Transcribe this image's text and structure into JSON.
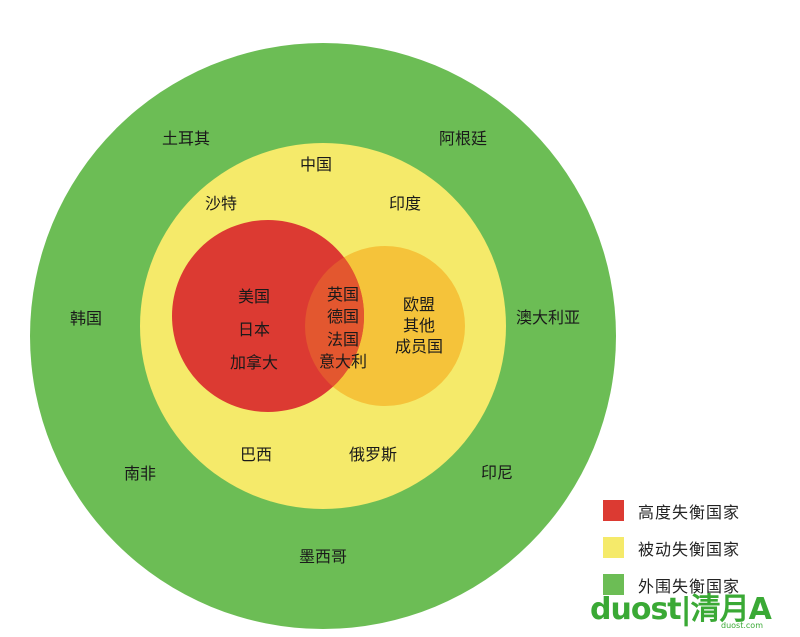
{
  "colors": {
    "outer": "#6cbd55",
    "middle": "#f5ea6a",
    "inner_red": "#dc3a32",
    "inner_orange": "#f5c33a",
    "overlap": "#e3572f"
  },
  "rings": {
    "outer_countries": [
      "土耳其",
      "阿根廷",
      "韩国",
      "澳大利亚",
      "南非",
      "印尼",
      "墨西哥"
    ],
    "middle_countries": [
      "中国",
      "沙特",
      "印度",
      "巴西",
      "俄罗斯"
    ],
    "high_only": [
      "美国",
      "日本",
      "加拿大"
    ],
    "overlap": [
      "英国",
      "德国",
      "法国",
      "意大利"
    ],
    "eu_other": [
      "欧盟",
      "其他",
      "成员国"
    ]
  },
  "legend": [
    {
      "label": "高度失衡国家",
      "color": "#dc3a32"
    },
    {
      "label": "被动失衡国家",
      "color": "#f5ea6a"
    },
    {
      "label": "外围失衡国家",
      "color": "#6cbd55"
    }
  ],
  "watermark": {
    "logo": "duost|清月A",
    "url": "duost.com"
  }
}
